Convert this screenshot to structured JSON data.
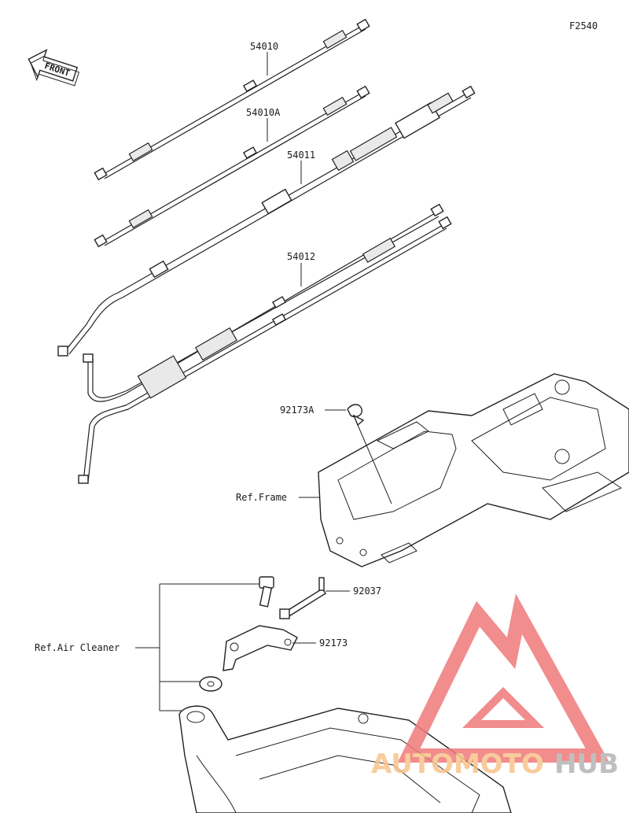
{
  "figure_code": "F2540",
  "front_arrow": {
    "label": "FRONT",
    "icon": "front-arrow-icon"
  },
  "parts": [
    {
      "key": "throttle_cable_upper",
      "number": "54010"
    },
    {
      "key": "throttle_cable_lower",
      "number": "54010A"
    },
    {
      "key": "clutch_cable",
      "number": "54011"
    },
    {
      "key": "accelerator_cable_pair",
      "number": "54012"
    },
    {
      "key": "frame_clamp",
      "number": "92173A"
    },
    {
      "key": "band",
      "number": "92037"
    },
    {
      "key": "bracket_clamp",
      "number": "92173"
    }
  ],
  "references": {
    "frame": "Ref.Frame",
    "air_cleaner": "Ref.Air Cleaner"
  },
  "watermark": {
    "word_a": "AUTOMOTO",
    "word_b": "HUB",
    "color_a": "#f7c48a",
    "color_b": "#b5b5b5",
    "logo_color": "#ef7a7a"
  },
  "colors": {
    "line": "#222222",
    "background": "#ffffff"
  }
}
